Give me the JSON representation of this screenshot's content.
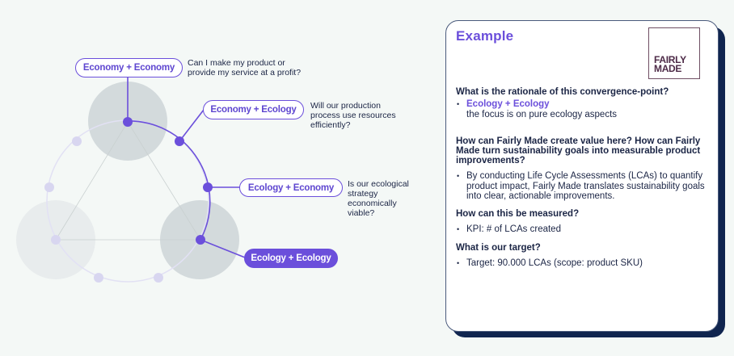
{
  "diagram": {
    "convergence_points": [
      {
        "id": "economy-economy",
        "label": "Economy + Economy",
        "question": "Can I make my product or provide my service at a profit?",
        "question_lines": [
          "Can I make my product or",
          "provide my service at a profit?"
        ],
        "active": false
      },
      {
        "id": "economy-ecology",
        "label": "Economy + Ecology",
        "question": "Will our production process use resources efficiently?",
        "question_lines": [
          "Will our production",
          "process use resources",
          "efficiently?"
        ],
        "active": false
      },
      {
        "id": "ecology-economy",
        "label": "Ecology + Economy",
        "question": "Is our ecological strategy economically viable?",
        "question_lines": [
          "Is our ecological",
          "strategy",
          "economically",
          "viable?"
        ],
        "active": false
      },
      {
        "id": "ecology-ecology",
        "label": "Ecology + Ecology",
        "question": "",
        "question_lines": [],
        "active": true
      }
    ],
    "colors": {
      "accent": "#6b4fdb",
      "inactive_node": "#d8d6f0",
      "highlight_circle": "#d3dadc",
      "dim_circle": "#e8eced",
      "ring": "#e6e5f6",
      "triangle": "#cfd6d6"
    }
  },
  "card": {
    "title": "Example",
    "logo": {
      "line1": "FAIRLY",
      "line2": "MADE"
    },
    "sections": [
      {
        "heading": "What is the rationale of this convergence-point?",
        "bullets": [
          {
            "accent": "Ecology + Ecology",
            "text": "the focus is on pure ecology aspects"
          }
        ]
      },
      {
        "heading": "How can Fairly Made create value here? How can Fairly Made turn sustainability goals into measurable product improvements?",
        "bullets": [
          {
            "text": "By conducting Life Cycle Assessments (LCAs) to quantify product impact, Fairly Made translates sustainability goals into clear, actionable improvements."
          }
        ]
      },
      {
        "heading": "How can this be measured?",
        "bullets": [
          {
            "text": "KPI: # of LCAs created"
          }
        ]
      },
      {
        "heading": "What is our target?",
        "bullets": [
          {
            "text": "Target: 90.000 LCAs (scope: product SKU)"
          }
        ]
      }
    ]
  }
}
